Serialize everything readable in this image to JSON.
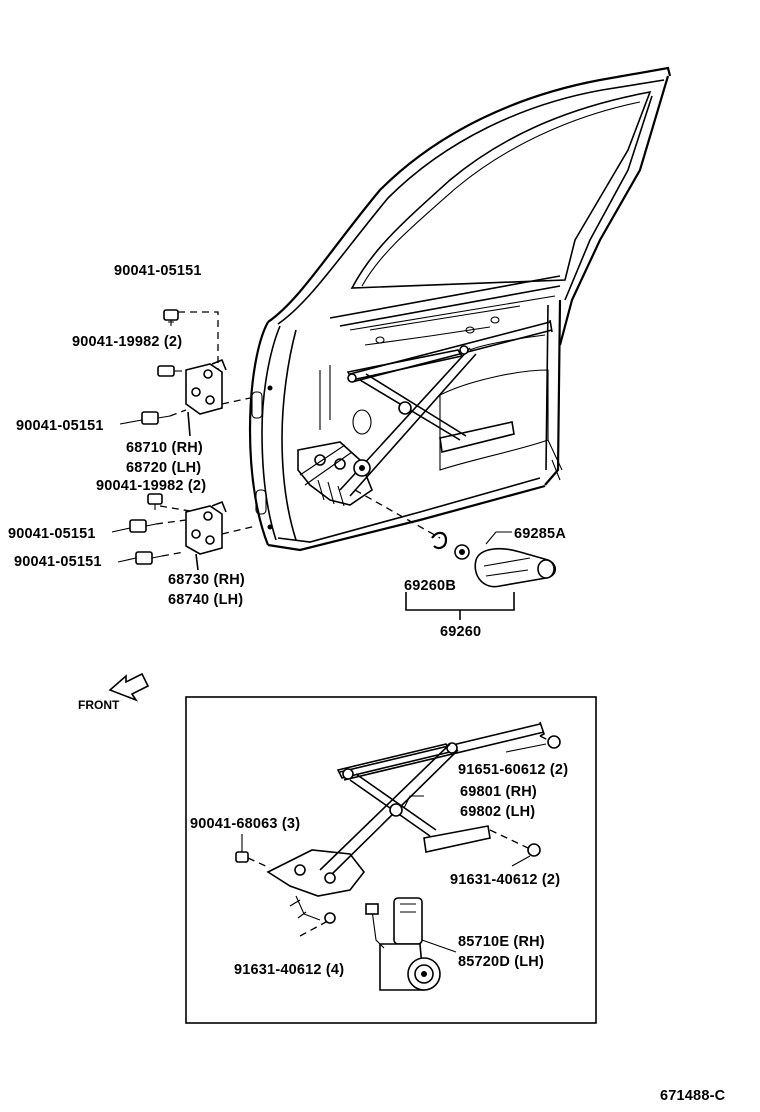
{
  "labels": {
    "bolt_90041_05151_top": "90041-05151",
    "bolt_90041_19982_top": "90041-19982 (2)",
    "bolt_90041_05151_mid": "90041-05151",
    "hinge_upper_rh": "68710 (RH)",
    "hinge_upper_lh": "68720 (LH)",
    "bolt_90041_19982_low": "90041-19982 (2)",
    "bolt_90041_05151_low1": "90041-05151",
    "bolt_90041_05151_low2": "90041-05151",
    "hinge_lower_rh": "68730 (RH)",
    "hinge_lower_lh": "68740 (LH)",
    "knob_69285a": "69285A",
    "clip_69260b": "69260B",
    "handle_69260": "69260",
    "front": "FRONT",
    "nut_91651": "91651-60612 (2)",
    "regulator_rh": "69801 (RH)",
    "regulator_lh": "69802 (LH)",
    "bolt_90041_68063": "90041-68063 (3)",
    "bolt_91631_2": "91631-40612 (2)",
    "motor_rh": "85710E (RH)",
    "motor_lh": "85720D (LH)",
    "bolt_91631_4": "91631-40612 (4)",
    "diagram_code": "671488-C"
  }
}
